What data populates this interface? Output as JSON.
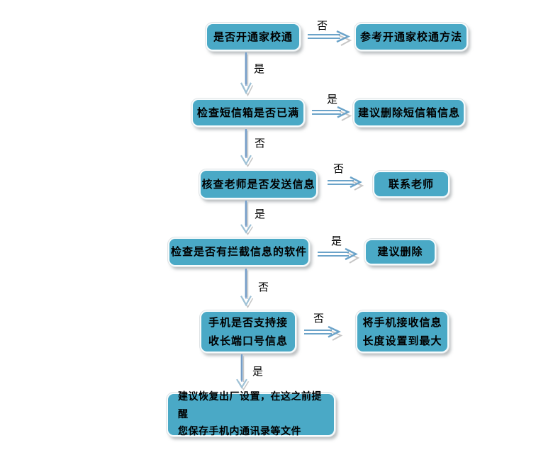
{
  "diagram": {
    "type": "flowchart",
    "background": "#ffffff",
    "colors": {
      "node_fill": "#4aa9c6",
      "node_border": "#f7fbfc",
      "node_outline": "#dfe3e5",
      "node_shadow": "#8c9094",
      "node_text": "#000000",
      "arrow_shaft": "#6ba3c9",
      "arrow_core": "#4f81bd",
      "arrow_head_light": "#9dc1d6",
      "arrow_shadow": "#c6c6c6",
      "label_text": "#000000"
    },
    "nodes": [
      {
        "id": "check-jiaxiaotong-opened",
        "text": "是否开通家校通"
      },
      {
        "id": "refer-opening-method",
        "text": "参考开通家校通方法"
      },
      {
        "id": "check-inbox-full",
        "text": "检查短信箱是否已满"
      },
      {
        "id": "suggest-delete-inbox",
        "text": "建议删除短信箱信息"
      },
      {
        "id": "verify-teacher-sent",
        "text": "核查老师是否发送信息"
      },
      {
        "id": "contact-teacher",
        "text": "联系老师"
      },
      {
        "id": "check-blocking-software",
        "text": "检查是否有拦截信息的软件"
      },
      {
        "id": "suggest-delete",
        "text": "建议删除"
      },
      {
        "id": "check-long-port-support",
        "text": "手机是否支持接\n收长端口号信息"
      },
      {
        "id": "set-max-receive-length",
        "text": "将手机接收信息\n长度设置到最大"
      },
      {
        "id": "factory-reset-advice",
        "text": "建议恢复出厂设置，在这之前提醒\n您保存手机内通讯录等文件"
      }
    ],
    "edges": [
      {
        "from": "check-jiaxiaotong-opened",
        "to": "refer-opening-method",
        "direction": "right",
        "label": "否"
      },
      {
        "from": "check-jiaxiaotong-opened",
        "to": "check-inbox-full",
        "direction": "down",
        "label": "是"
      },
      {
        "from": "check-inbox-full",
        "to": "suggest-delete-inbox",
        "direction": "right",
        "label": "是"
      },
      {
        "from": "check-inbox-full",
        "to": "verify-teacher-sent",
        "direction": "down",
        "label": "否"
      },
      {
        "from": "verify-teacher-sent",
        "to": "contact-teacher",
        "direction": "right",
        "label": "否"
      },
      {
        "from": "verify-teacher-sent",
        "to": "check-blocking-software",
        "direction": "down",
        "label": "是"
      },
      {
        "from": "check-blocking-software",
        "to": "suggest-delete",
        "direction": "right",
        "label": "是"
      },
      {
        "from": "check-blocking-software",
        "to": "check-long-port-support",
        "direction": "down",
        "label": "否"
      },
      {
        "from": "check-long-port-support",
        "to": "set-max-receive-length",
        "direction": "right",
        "label": "否"
      },
      {
        "from": "check-long-port-support",
        "to": "factory-reset-advice",
        "direction": "down",
        "label": "是"
      }
    ]
  }
}
